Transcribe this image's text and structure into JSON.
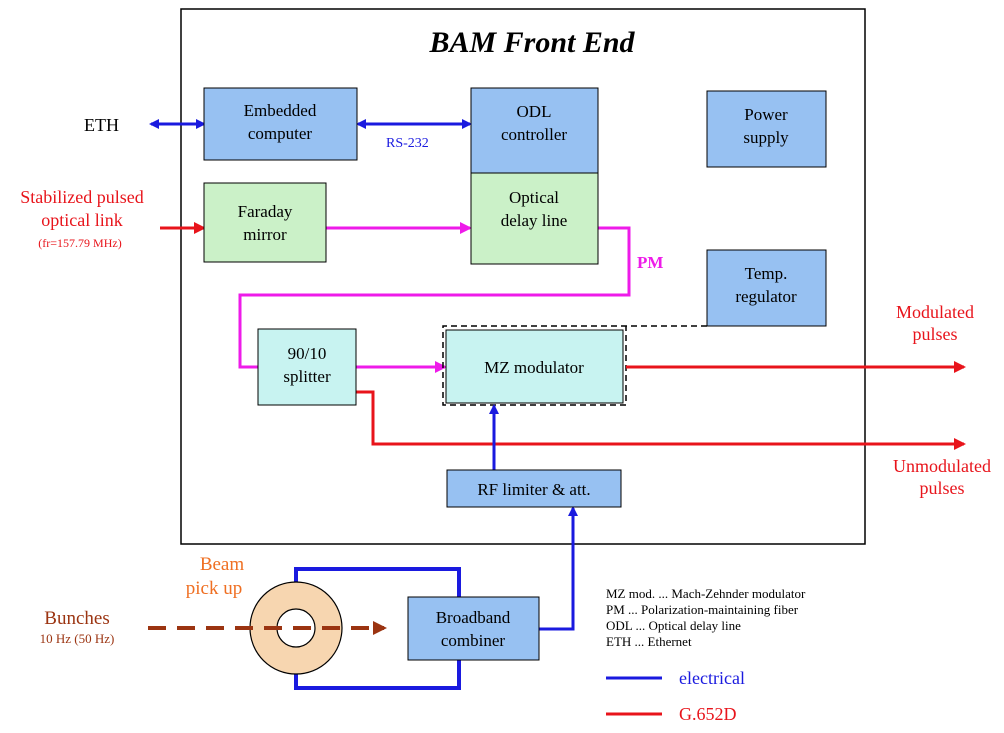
{
  "title": "BAM Front End",
  "blocks": {
    "embedded_computer": [
      "Embedded",
      "computer"
    ],
    "odl_controller": [
      "ODL",
      "controller"
    ],
    "power_supply": [
      "Power",
      "supply"
    ],
    "faraday_mirror": [
      "Faraday",
      "mirror"
    ],
    "optical_delay_line": [
      "Optical",
      "delay line"
    ],
    "temp_regulator": [
      "Temp.",
      "regulator"
    ],
    "splitter": [
      "90/10",
      "splitter"
    ],
    "mz_modulator": [
      "MZ modulator"
    ],
    "rf_limiter": [
      "RF limiter & att."
    ],
    "broadband_combiner": [
      "Broadband",
      "combiner"
    ]
  },
  "labels": {
    "eth": "ETH",
    "rs232": "RS-232",
    "pm": "PM",
    "stabilized_line1": "Stabilized pulsed",
    "stabilized_line2": "optical link",
    "stabilized_freq": "(fr=157.79 MHz)",
    "modulated_line1": "Modulated",
    "modulated_line2": "pulses",
    "unmodulated_line1": "Unmodulated",
    "unmodulated_line2": "pulses",
    "beam_line1": "Beam",
    "beam_line2": "pick up",
    "bunches": "Bunches",
    "bunches_rate": "10 Hz (50 Hz)"
  },
  "glossary": [
    "MZ mod. ... Mach-Zehnder modulator",
    "PM ... Polarization-maintaining fiber",
    "ODL ... Optical delay line",
    "ETH ... Ethernet"
  ],
  "legend": [
    {
      "label": "electrical",
      "color": "#1a1adf"
    },
    {
      "label": "G.652D",
      "color": "#e8141b"
    }
  ],
  "colors": {
    "electrical": "#1a1adf",
    "fiber": "#e8141b",
    "pm_fiber": "#ee1be9",
    "beam": "#9b3411",
    "blue_box": "#97c1f2",
    "green_box": "#cbf1c8",
    "cyan_box": "#c8f3f1"
  }
}
